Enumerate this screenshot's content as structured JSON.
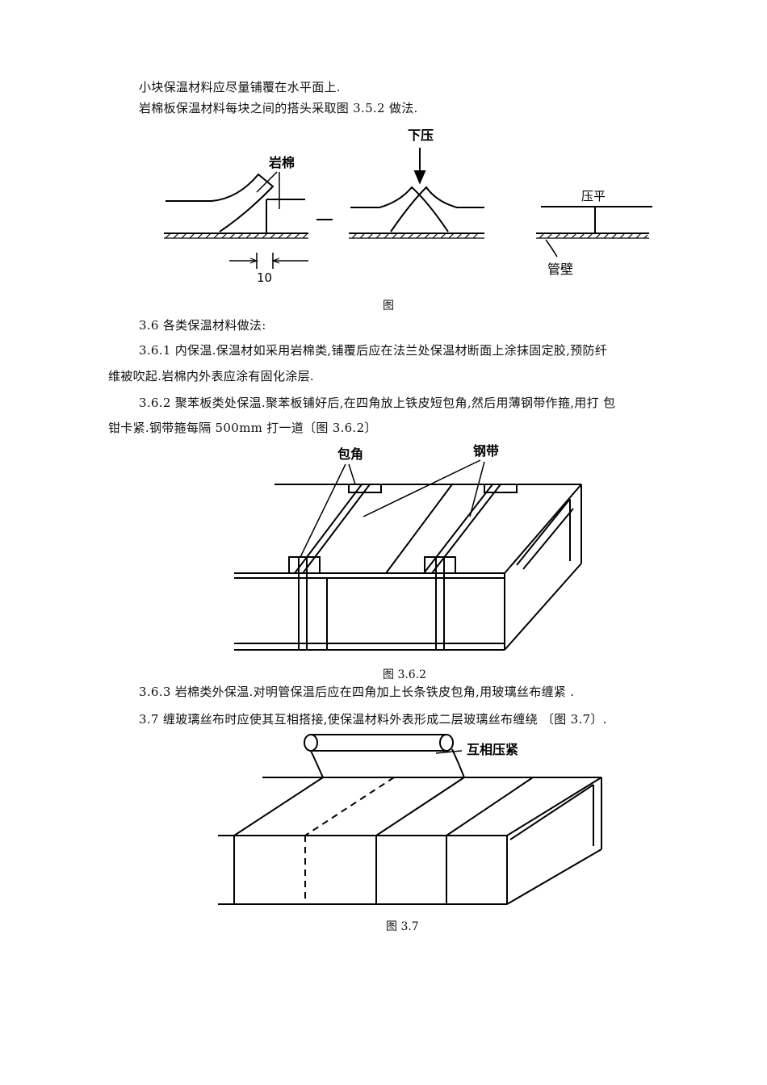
{
  "paragraphs": {
    "p1": "小块保温材料应尽量铺覆在水平面上.",
    "p2": "岩棉板保温材料每块之间的搭头采取图 3.5.2 做法.",
    "p3": "3.6  各类保温材料做法:",
    "p4a": "3.6.1  内保温.保温材如采用岩棉类,铺覆后应在法兰处保温材断面上涂抹固定胶,预防纤",
    "p4b": "维被吹起.岩棉内外表应涂有固化涂层.",
    "p5a": "3.6.2  聚苯板类处保温.聚苯板铺好后,在四角放上铁皮短包角,然后用薄钢带作箍,用打  包",
    "p5b": "钳卡紧.钢带箍每隔 500mm 打一道〔图 3.6.2〕",
    "p6": "3.6.3 岩棉类外保温.对明管保温后应在四角加上长条铁皮包角,用玻璃丝布缠紧       .",
    "p7": "3.7 缠玻璃丝布时应使其互相搭接,使保温材料外表形成二层玻璃丝布缠绕   〔图 3.7〕."
  },
  "figures": {
    "fig1": {
      "label_rockwool": "岩棉",
      "label_press": "下压",
      "label_flatten": "压平",
      "label_pipewall": "管壁",
      "dimension": "10",
      "caption": "图"
    },
    "fig2": {
      "label_corner": "包角",
      "label_steelband": "钢带",
      "caption": "图 3.6.2"
    },
    "fig3": {
      "label_press_tight": "互相压紧",
      "caption": "图 3.7"
    }
  }
}
